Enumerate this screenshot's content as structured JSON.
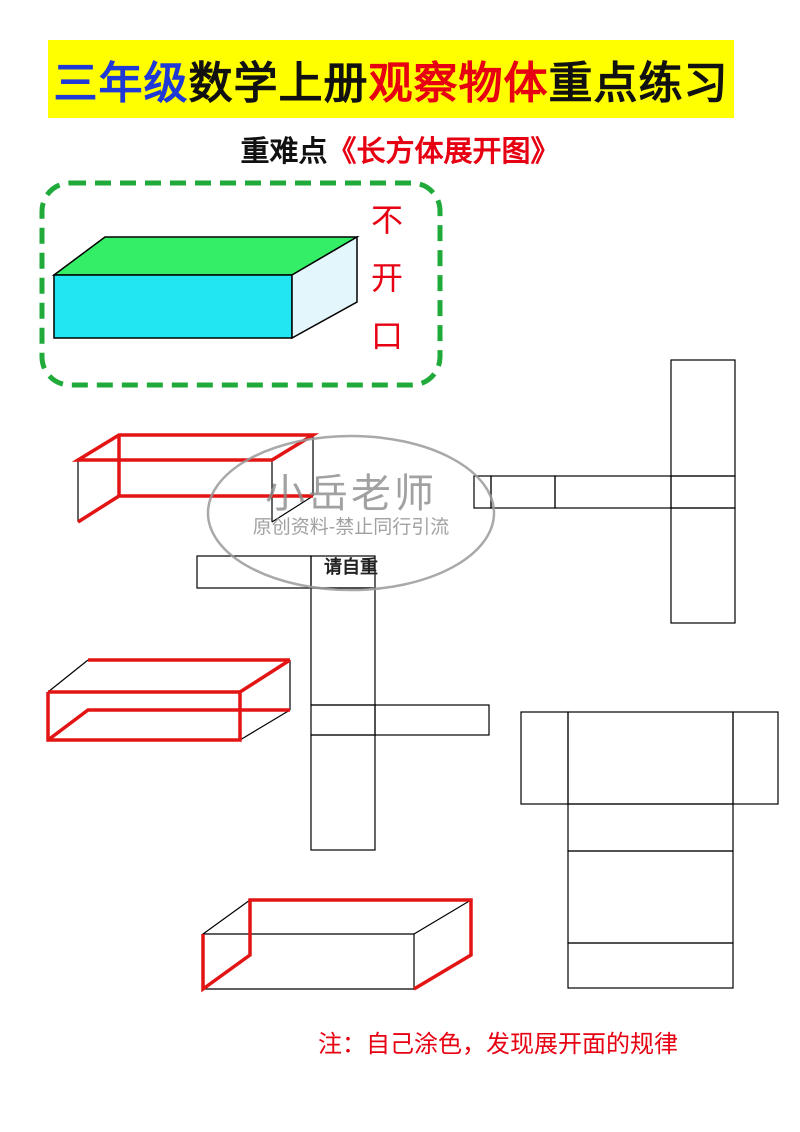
{
  "title": {
    "part1": "三年级",
    "part2": "数学上册",
    "part3": "观察物体",
    "part4": "重点练习",
    "colors": {
      "part1": "#1f39d6",
      "part2": "#111111",
      "part3": "#e60012",
      "part4": "#111111",
      "background": "#ffff00"
    }
  },
  "subtitle": {
    "label": "重难点",
    "topic": "《长方体展开图》",
    "colors": {
      "label": "#111111",
      "topic": "#e60012"
    }
  },
  "example_box": {
    "vertical_text": [
      "不",
      "开",
      "口"
    ],
    "colors": {
      "border": "#1faa3a",
      "top_face": "#33ee66",
      "front_face": "#22e6f2",
      "side_face": "#e3f6fb",
      "text": "#e60012"
    }
  },
  "watermark": {
    "line1": "小岳老师",
    "line2": "原创资料-禁止同行引流",
    "line3": "请自重"
  },
  "note": {
    "text": "注：自己涂色，发现展开面的规律",
    "color": "#e60012"
  },
  "highlight_color": "#e31414"
}
